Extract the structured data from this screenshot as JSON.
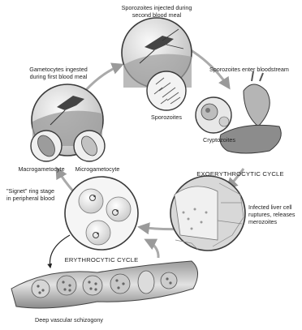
{
  "labels": {
    "sporozoites_injected_1": "Sporozoites injected during",
    "sporozoites_injected_2": "second blood meal",
    "gametocytes_1": "Gametocytes ingested",
    "gametocytes_2": "during first blood meal",
    "sporozoites_enter": "Sporozoites enter bloodstream",
    "sporozoites": "Sporozoites",
    "cryptozoites": "Cryptozoites",
    "macrogametocyte": "Macrogametocyte",
    "microgametocyte": "Microgametocyte",
    "exoerythrocytic_cycle": "EXOERYTHROCYTIC CYCLE",
    "signet_1": "\"Signet\" ring stage",
    "signet_2": "in peripheral blood",
    "liver_1": "Infected liver cell",
    "liver_2": "ruptures, releases",
    "liver_3": "merozoites",
    "erythrocytic_cycle": "ERYTHROCYTIC CYCLE",
    "deep_vascular": "Deep vascular schizogony"
  },
  "colors": {
    "stroke": "#3a3a3a",
    "fill_light": "#e6e6e6",
    "fill_mid": "#b8b8b8",
    "fill_dark": "#7a7a7a",
    "arrow": "#cfcfcf"
  }
}
